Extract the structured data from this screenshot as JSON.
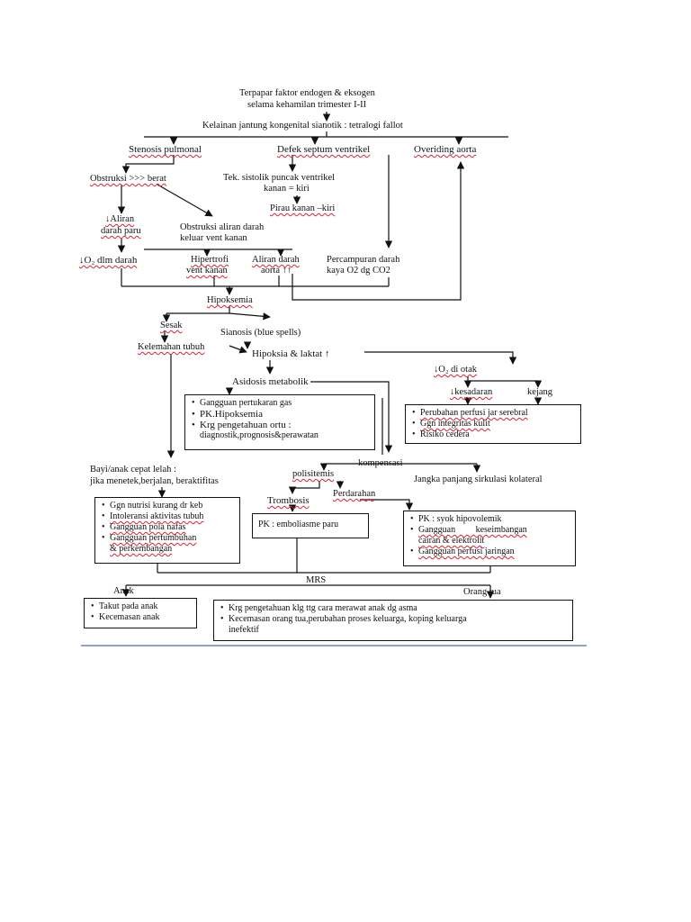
{
  "nodes": {
    "t1": "Terpapar faktor endogen & eksogen",
    "t2": "selama kehamilan trimester I-II",
    "t3": "Kelainan jantung kongenital sianotik : tetralogi fallot",
    "sten": "Stenosis pulmonal",
    "defek": "Defek septum ventrikel",
    "over": "Overiding aorta",
    "obstr": "Obstruksi >>> berat",
    "tek1": "Tek. sistolik puncak ventrikel",
    "tek2": "kanan = kiri",
    "pirau": "Pirau kanan –kiri",
    "aliran1": "↓Aliran",
    "aliran2": "darah paru",
    "obal1": "Obstruksi aliran darah",
    "obal2": "keluar vent kanan",
    "o2": "↓O₂ dlm darah",
    "hip1": "Hipertrofi",
    "hip2": "vent kanan",
    "aal1": "Aliran darah",
    "aal2": "aorta ↑↑",
    "perc1": "Percampuran darah",
    "perc2": "kaya O2 dg CO2",
    "hipoks": "Hipoksemia",
    "sesak": "Sesak",
    "sian": "Sianosis (blue spells)",
    "kelem": "Kelemahan tubuh",
    "hipolak": "Hipoksia & laktat  ↑",
    "asid": "Asidosis metabolik",
    "o2otak": "↓O₂ di otak",
    "kesad": "↓kesadaran",
    "kejang": "kejang",
    "bayi1": "Bayi/anak cepat lelah :",
    "bayi2": "jika menetek,berjalan, beraktifitas",
    "kompen": "kompensasi",
    "polis": "polisitemis",
    "jangka": "Jangka panjang sirkulasi kolateral",
    "tromb": "Trombosis",
    "perdar": "Perdarahan",
    "mrs": "MRS",
    "anak": "Anak",
    "ortu": "Orang tua"
  },
  "boxes": {
    "b1": [
      "Gangguan pertukaran gas",
      "PK.Hipoksemia",
      "Krg pengetahuan ortu :",
      "diagnostik,prognosis&perawatan"
    ],
    "b2": [
      "Perubahan perfusi jar serebral",
      "Ggn integritas kulit",
      "Risiko cedera"
    ],
    "b3": [
      "Ggn nutrisi kurang dr keb",
      "Intoleransi aktivitas tubuh",
      "Gangguan pola nafas",
      "Gangguan pertumbuhan",
      "& perkembangan"
    ],
    "b4": [
      "PK : emboliasme paru"
    ],
    "b5": [
      "PK : syok hipovolemik",
      "Gangguan         keseimbangan",
      "cairan & elektrolit",
      "Gangguan  perfusi  jaringan"
    ],
    "b6": [
      "Takut pada anak",
      "Kecemasan anak"
    ],
    "b7": [
      "Krg pengetahuan klg ttg cara merawat anak dg asma",
      "Kecemasan orang tua,perubahan proses keluarga, koping keluarga",
      "inefektif"
    ]
  }
}
